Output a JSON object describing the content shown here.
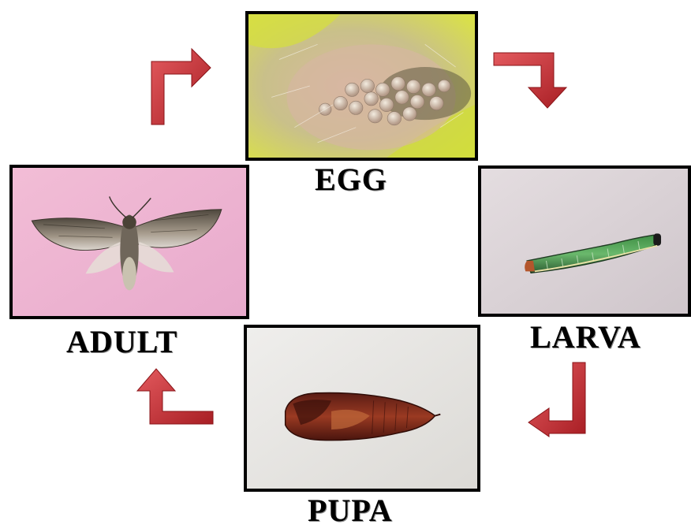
{
  "stages": {
    "egg": {
      "label": "EGG",
      "icon": "eggs-photo"
    },
    "larva": {
      "label": "LARVA",
      "icon": "caterpillar-photo"
    },
    "pupa": {
      "label": "PUPA",
      "icon": "pupa-photo"
    },
    "adult": {
      "label": "ADULT",
      "icon": "moth-photo"
    }
  },
  "colors": {
    "arrow": "#c0282d",
    "arrow_light": "#e35a5e",
    "frame": "#000000",
    "label": "#000000"
  }
}
